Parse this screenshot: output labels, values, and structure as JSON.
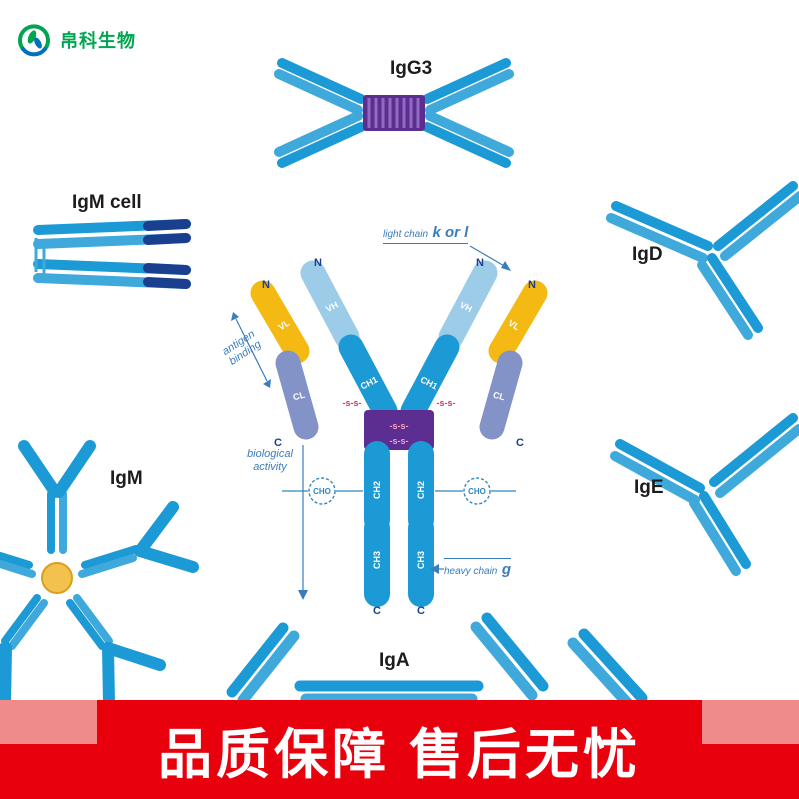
{
  "logo": {
    "company_name": "帛科生物"
  },
  "isotypes": {
    "igg3": "IgG3",
    "igm_cell": "IgM cell",
    "igd": "IgD",
    "igm": "IgM",
    "ige": "IgE",
    "iga": "IgA"
  },
  "diagram": {
    "light_chain_label": "light chain",
    "light_chain_types": "k or l",
    "heavy_chain_label": "heavy chain",
    "heavy_chain_type": "g",
    "antigen_binding": "antigen binding",
    "biological_activity": "biological activity",
    "n_terminus": "N",
    "c_terminus": "C",
    "vl": "VL",
    "vh": "VH",
    "ch1": "CH1",
    "cl": "CL",
    "ch2": "CH2",
    "ch3": "CH3",
    "cho": "CHO",
    "disulfide": "-s-s-"
  },
  "banner": {
    "slogan": "品质保障 售后无忧"
  },
  "colors": {
    "antibody_blue": "#1C9AD6",
    "antibody_blue_light": "#3FA9DC",
    "domain_light_blue": "#9CCCE8",
    "navy": "#1B3F8F",
    "yellow": "#F5B914",
    "gray_blue": "#8393C7",
    "hinge_purple": "#5C2E91",
    "disulfide_red": "#D6336C",
    "banner_red": "#E8000D",
    "banner_corner_pink": "#F08B8B",
    "logo_green": "#00A550",
    "logo_blue": "#0072BC",
    "annotation_blue": "#3A7DBD"
  }
}
